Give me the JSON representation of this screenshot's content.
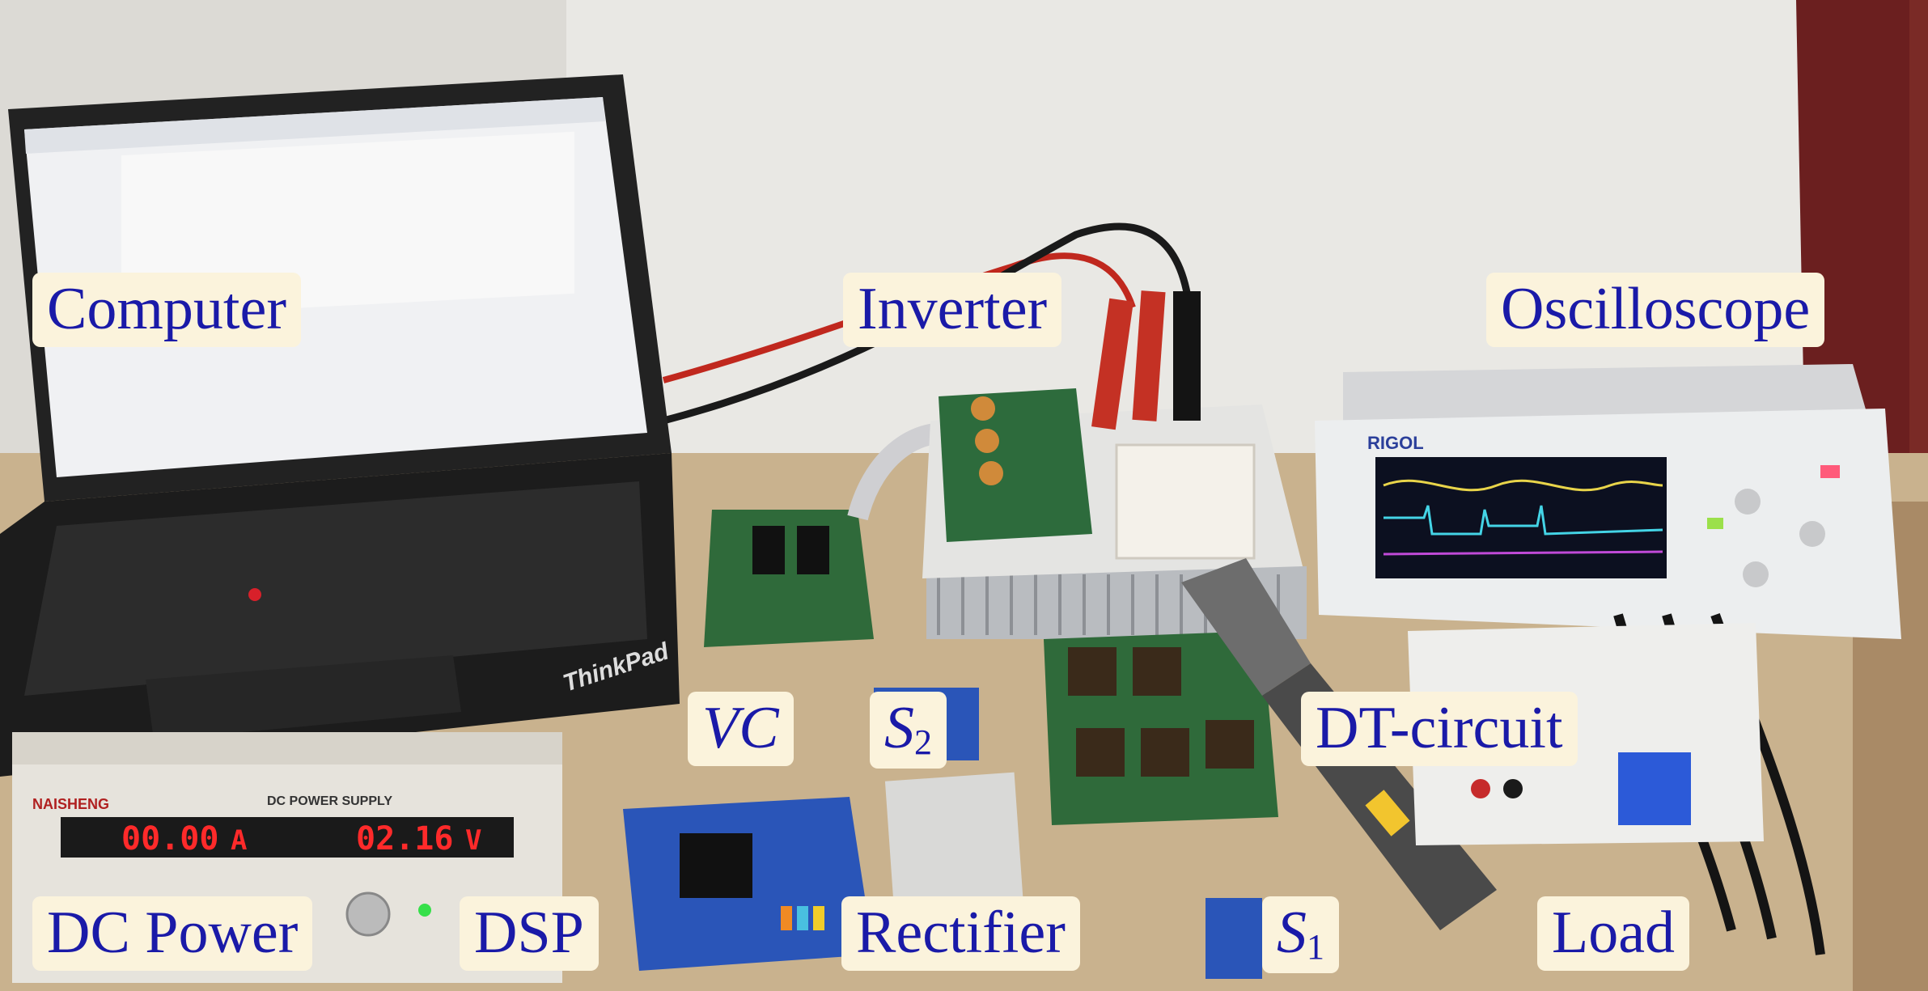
{
  "labels": {
    "computer": "Computer",
    "inverter": "Inverter",
    "oscilloscope": "Oscilloscope",
    "vc": "VC",
    "s2_letter": "S",
    "s2_sub": "2",
    "dt_circuit": "DT-circuit",
    "dc_power": "DC Power",
    "dsp": "DSP",
    "rectifier": "Rectifier",
    "s1_letter": "S",
    "s1_sub": "1",
    "load": "Load"
  },
  "power_supply": {
    "brand": "NAISHENG",
    "title": "DC POWER SUPPLY",
    "current_reading": "00.00",
    "current_unit": "A",
    "voltage_reading": "02.16",
    "voltage_unit": "V"
  },
  "laptop": {
    "brand": "ThinkPad"
  },
  "oscilloscope_device": {
    "brand": "RIGOL"
  },
  "colors": {
    "label_text": "#1a1aa8",
    "label_background": "#fbf3dc",
    "wall": "#e9e8e4",
    "table": "#c9b28e",
    "pcb_green": "#2f6a3a",
    "dsp_blue": "#2a55b8",
    "led_red": "#ff2a2a"
  }
}
